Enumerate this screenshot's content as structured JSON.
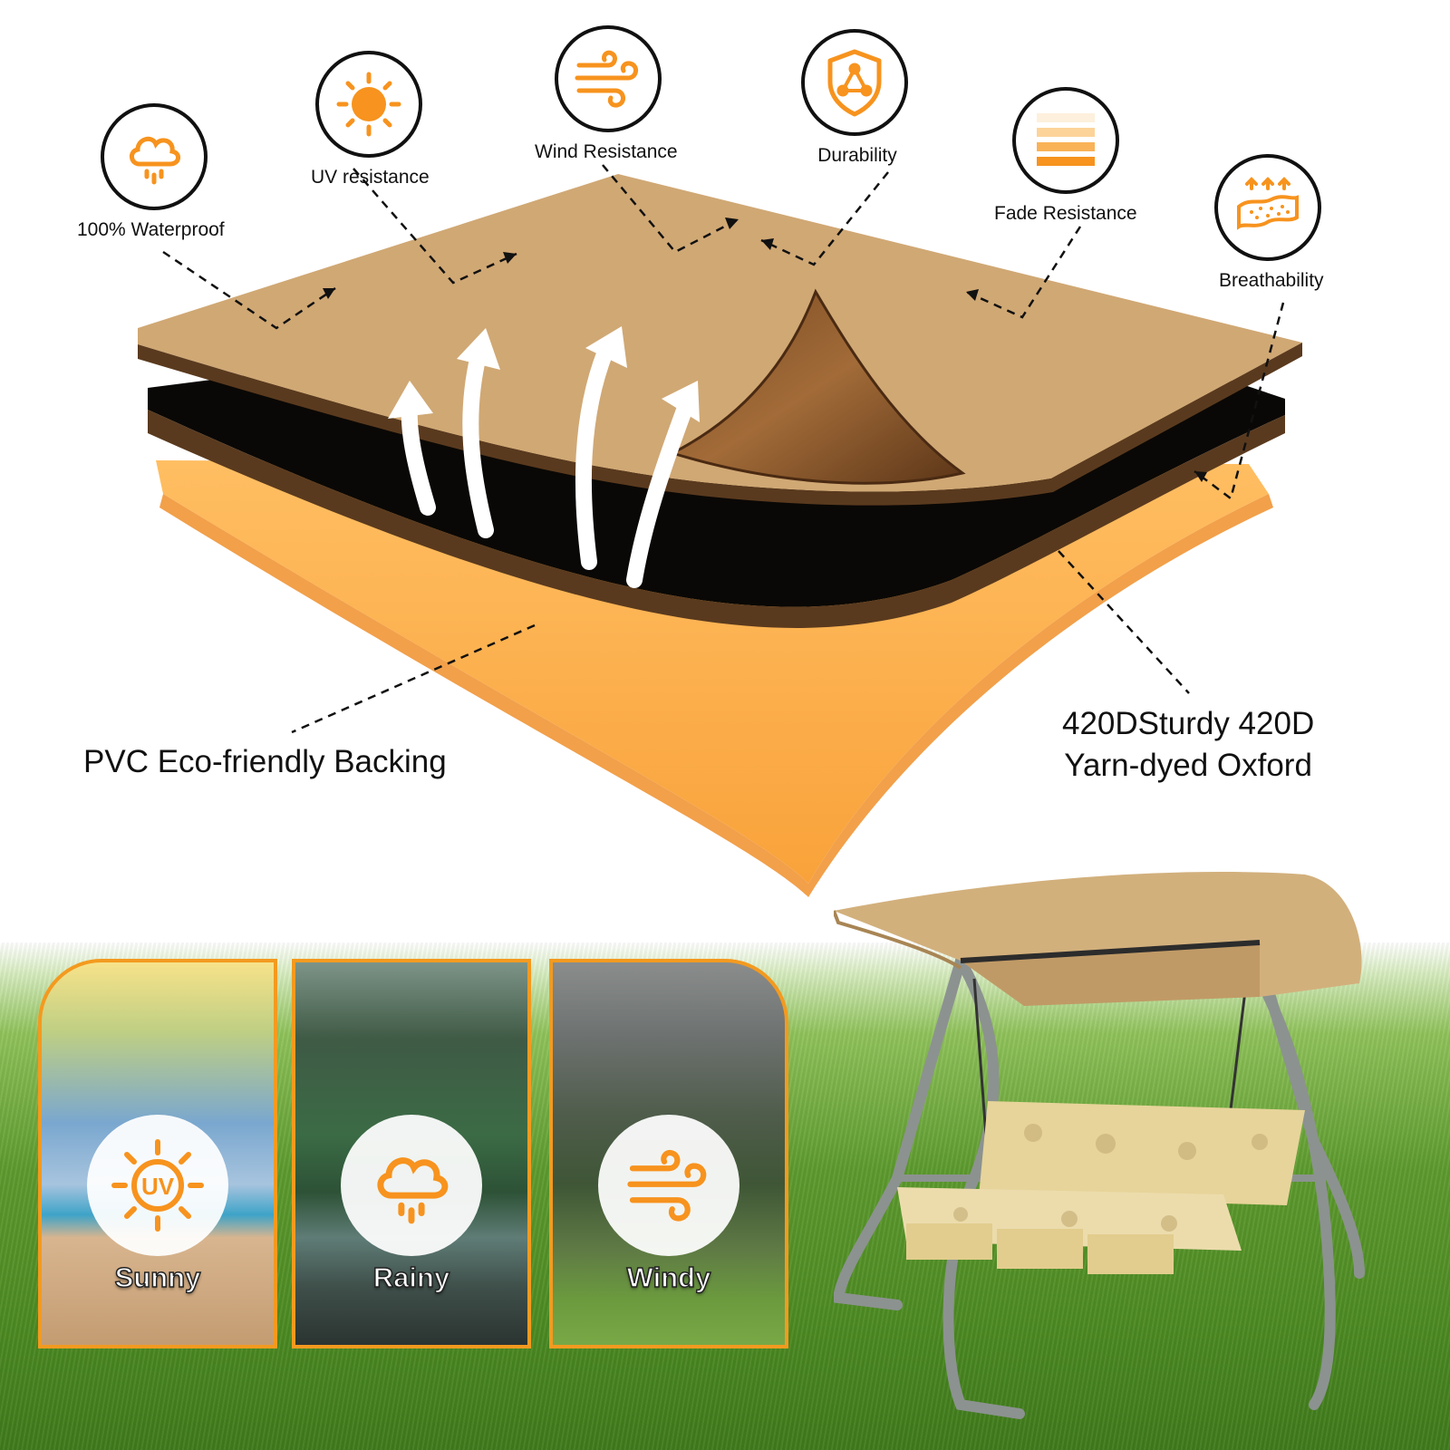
{
  "features": [
    {
      "id": "waterproof",
      "label": "100% Waterproof",
      "icon": "rain-cloud-icon"
    },
    {
      "id": "uv",
      "label": "UV resistance",
      "icon": "sun-icon"
    },
    {
      "id": "wind",
      "label": "Wind Resistance",
      "icon": "wind-icon"
    },
    {
      "id": "durability",
      "label": "Durability",
      "icon": "shield-icon"
    },
    {
      "id": "fade",
      "label": "Fade Resistance",
      "icon": "stripes-icon"
    },
    {
      "id": "breath",
      "label": "Breathability",
      "icon": "breathable-fabric-icon"
    }
  ],
  "layers": {
    "backing_label": "PVC Eco-friendly Backing",
    "oxford_label_line1": "420DSturdy 420D",
    "oxford_label_line2": "Yarn-dyed Oxford"
  },
  "scenes": [
    {
      "label": "Sunny",
      "icon": "uv-sun-icon"
    },
    {
      "label": "Rainy",
      "icon": "rain-cloud-icon"
    },
    {
      "label": "Windy",
      "icon": "wind-icon"
    }
  ],
  "colors": {
    "accent": "#f7931e",
    "top_layer": "#d0a874",
    "middle_layer": "#0a0806",
    "bottom_layer": "#fbae4c",
    "layer_edge": "#5a3a1e",
    "card_border": "#f39a1f"
  }
}
